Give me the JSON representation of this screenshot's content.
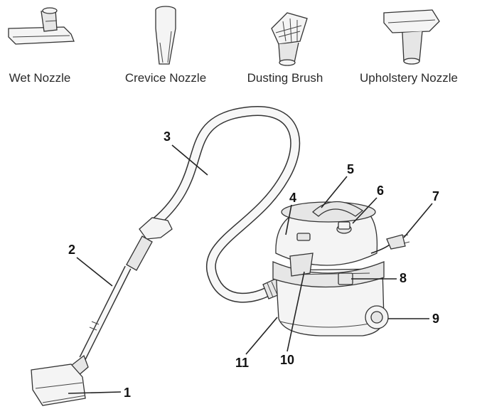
{
  "accessories": [
    {
      "label": "Wet Nozzle",
      "icon": "wet-nozzle-icon"
    },
    {
      "label": "Crevice Nozzle",
      "icon": "crevice-nozzle-icon"
    },
    {
      "label": "Dusting Brush",
      "icon": "dusting-brush-icon"
    },
    {
      "label": "Upholstery Nozzle",
      "icon": "upholstery-nozzle-icon"
    }
  ],
  "callouts": [
    "1",
    "2",
    "3",
    "4",
    "5",
    "6",
    "7",
    "8",
    "9",
    "10",
    "11"
  ]
}
